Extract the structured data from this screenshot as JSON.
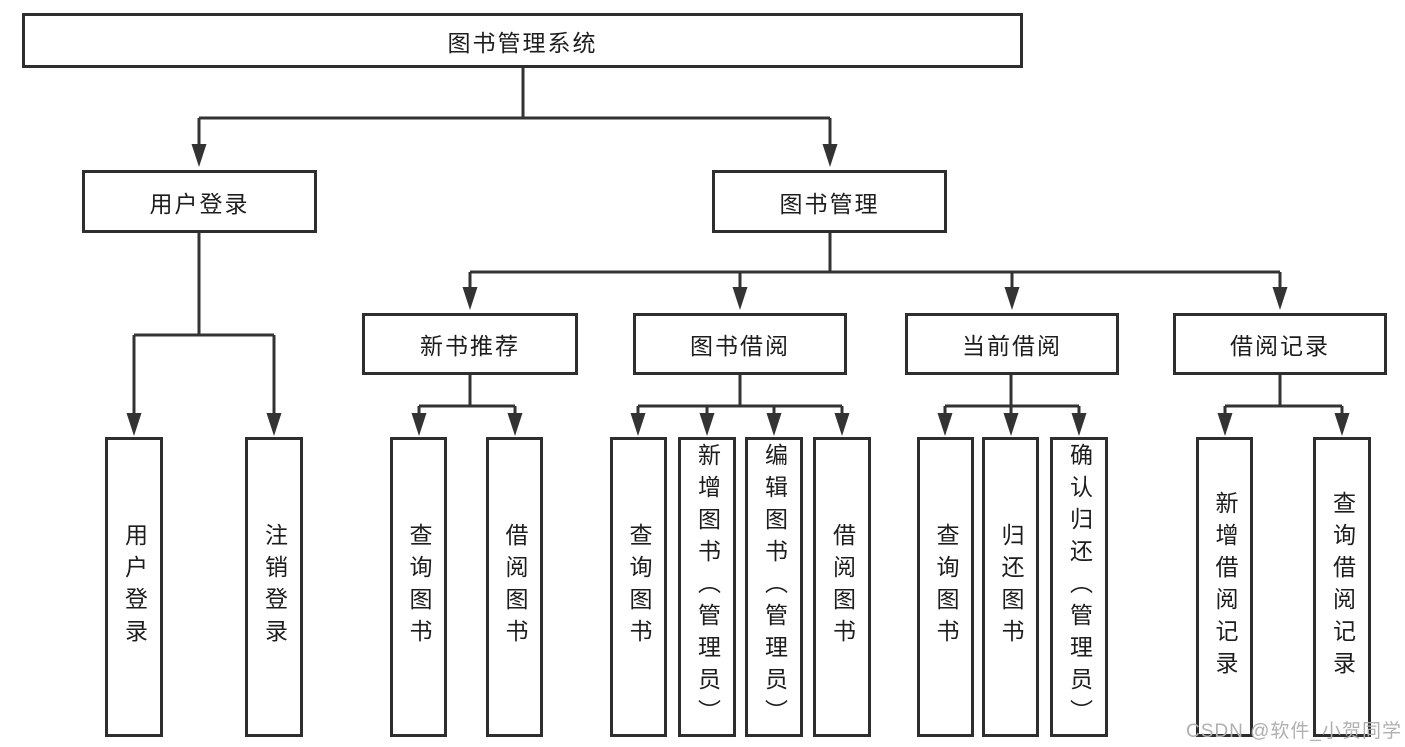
{
  "colors": {
    "line": "#333333",
    "border": "#2e2e2e",
    "box_bg": "#ffffff",
    "background": "#ffffff",
    "text": "#1d1d1d",
    "watermark": "#b0b0b0"
  },
  "watermark": {
    "text": "CSDN @软件_小贺同学"
  },
  "diagram": {
    "root": {
      "label": "图书管理系统"
    },
    "level2": {
      "user_login": {
        "label": "用户登录"
      },
      "book_management": {
        "label": "图书管理"
      }
    },
    "level3": {
      "new_book_recommend": {
        "label": "新书推荐"
      },
      "book_borrowing": {
        "label": "图书借阅"
      },
      "current_borrowing": {
        "label": "当前借阅"
      },
      "borrow_records": {
        "label": "借阅记录"
      }
    },
    "leaves": {
      "user_login": {
        "label": "用户登录"
      },
      "logout": {
        "label": "注销登录"
      },
      "query_book_recommend": {
        "label": "查询图书"
      },
      "borrow_book_recommend": {
        "label": "借阅图书"
      },
      "query_book_borrowing": {
        "label": "查询图书"
      },
      "add_book_admin": {
        "label": "新增图书（管理员）"
      },
      "edit_book_admin": {
        "label": "编辑图书（管理员）"
      },
      "borrow_book_borrowing": {
        "label": "借阅图书"
      },
      "query_book_current": {
        "label": "查询图书"
      },
      "return_book": {
        "label": "归还图书"
      },
      "confirm_return_admin": {
        "label": "确认归还（管理员）"
      },
      "add_borrow_record": {
        "label": "新增借阅记录"
      },
      "query_borrow_record": {
        "label": "查询借阅记录"
      }
    }
  }
}
